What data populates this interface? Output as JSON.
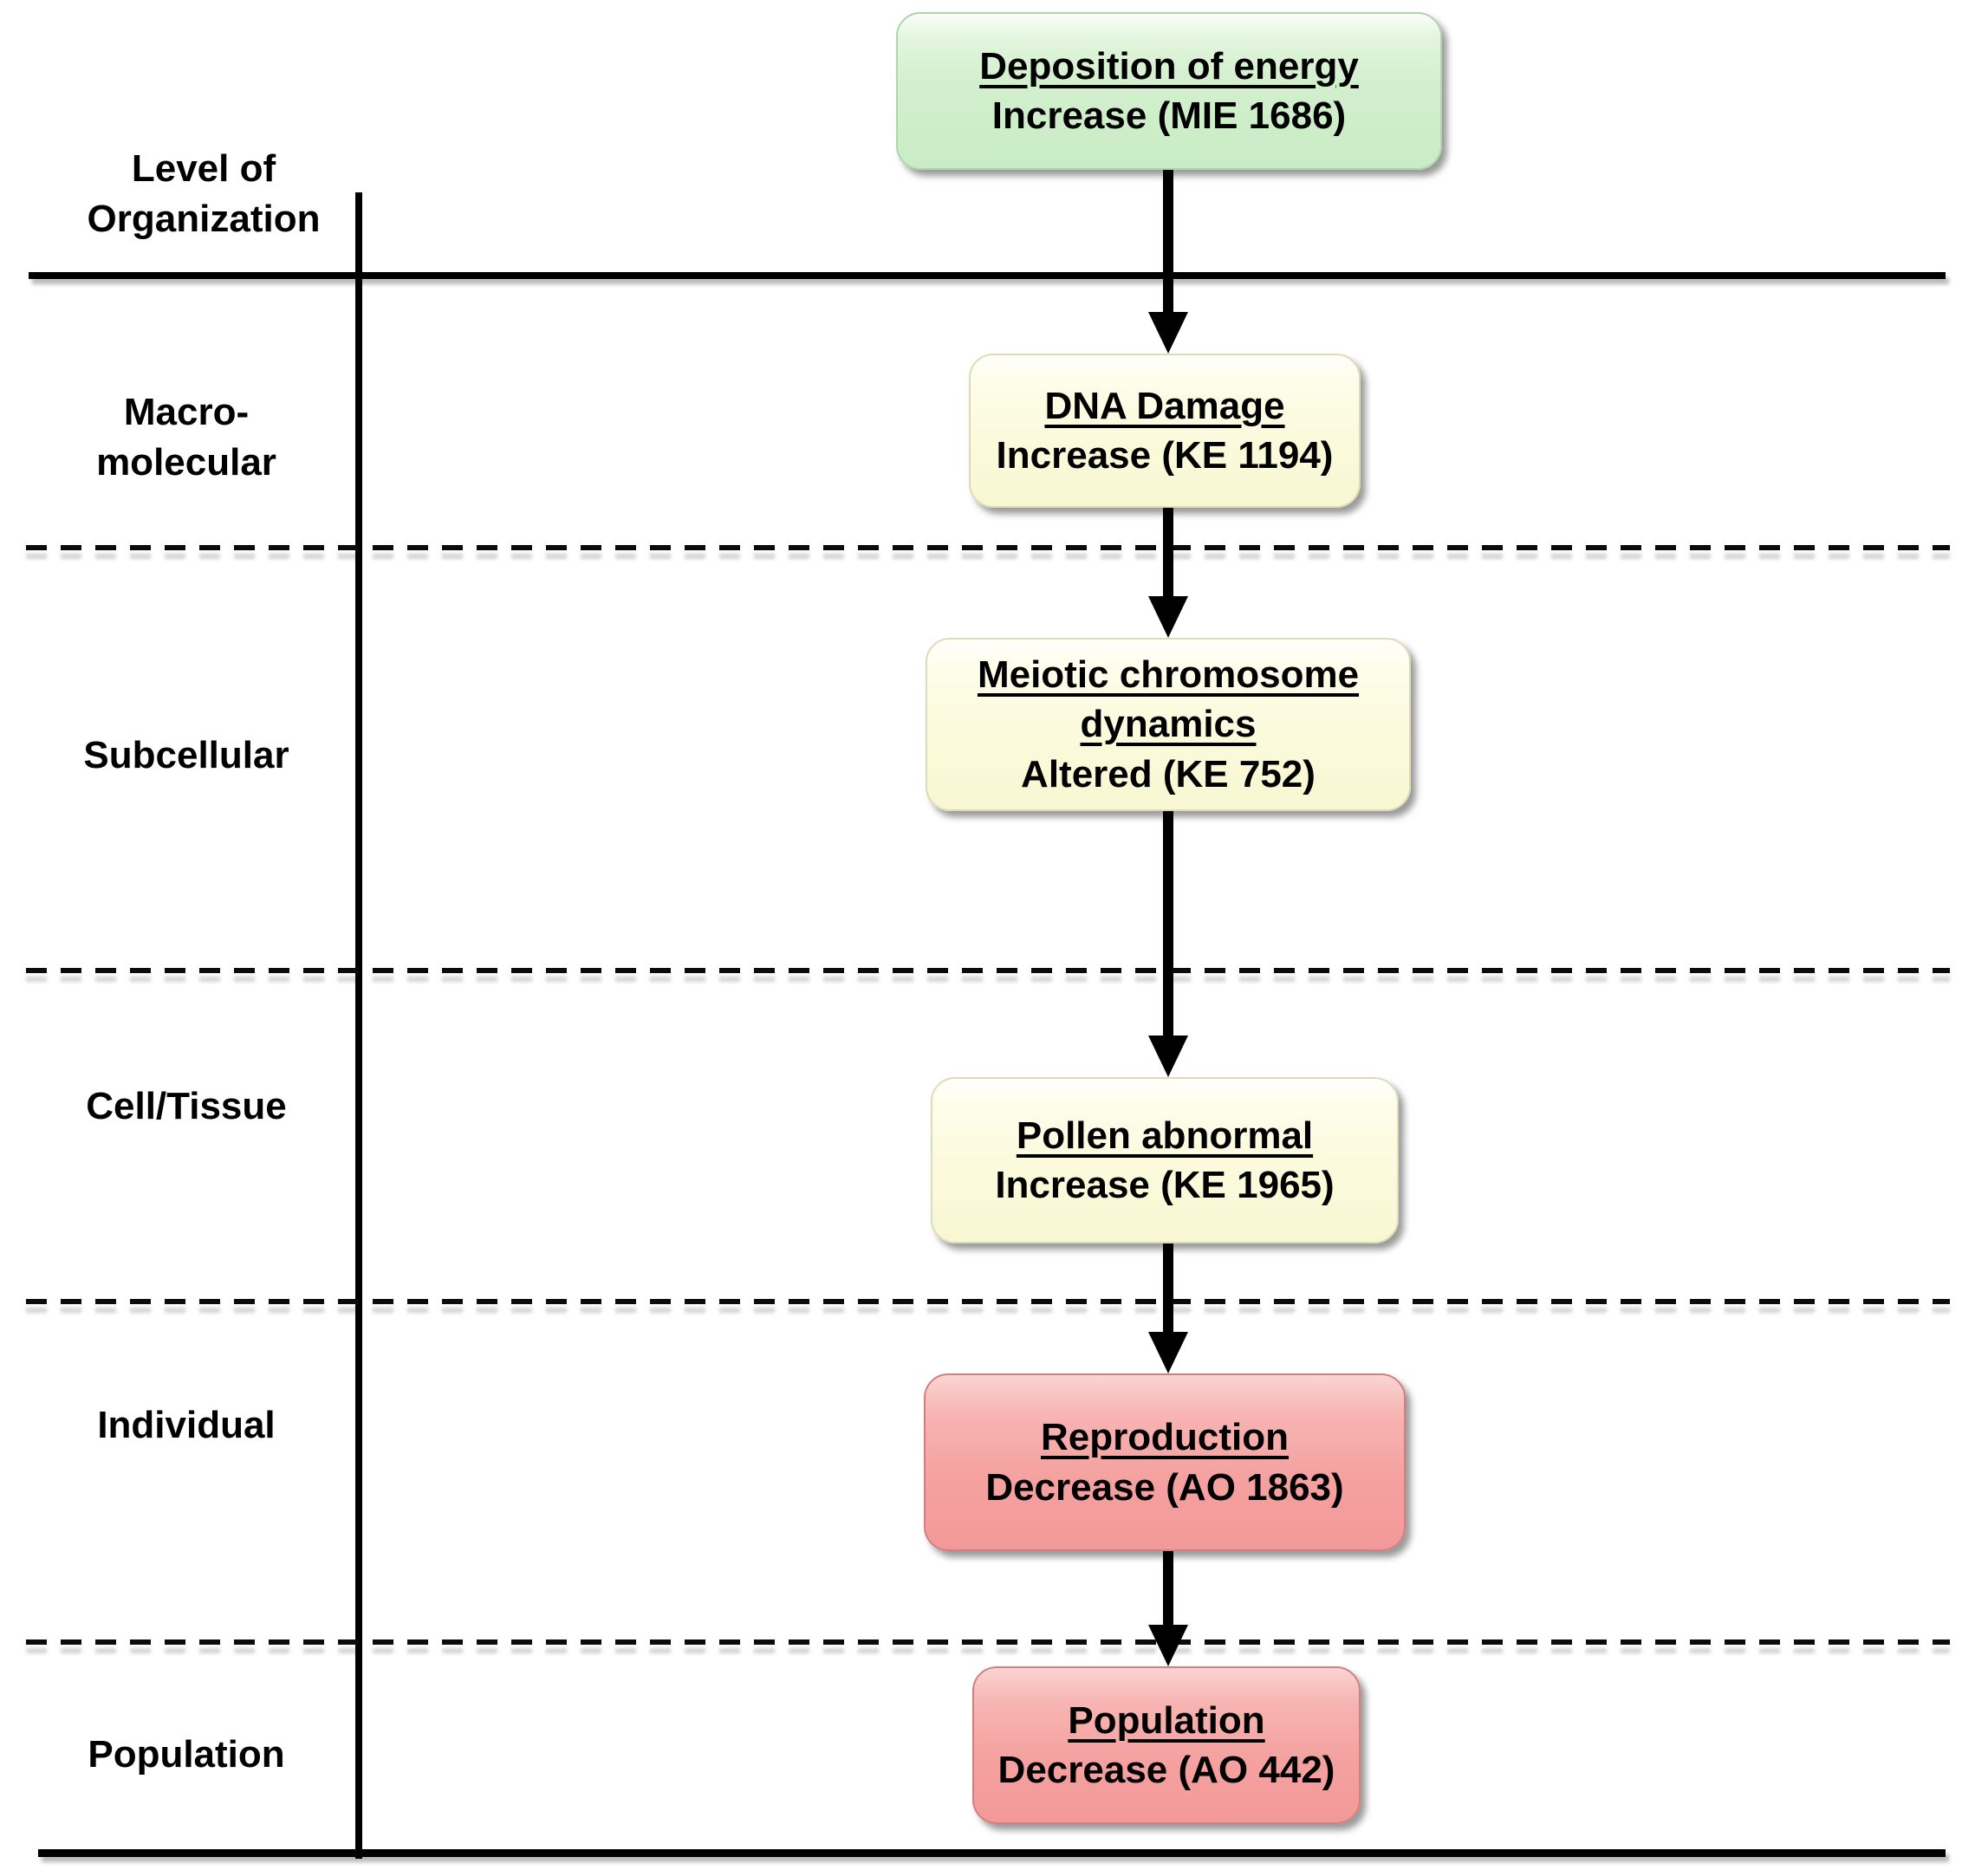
{
  "figure": {
    "axis_title_lines": [
      "Level of",
      "Organization"
    ],
    "levels": [
      {
        "id": "macromolecular",
        "lines": [
          "Macro-",
          "molecular"
        ]
      },
      {
        "id": "subcellular",
        "lines": [
          "Subcellular"
        ]
      },
      {
        "id": "cell-tissue",
        "lines": [
          "Cell/Tissue"
        ]
      },
      {
        "id": "individual",
        "lines": [
          "Individual"
        ]
      },
      {
        "id": "population",
        "lines": [
          "Population"
        ]
      }
    ],
    "nodes": [
      {
        "kind": "molecular-initiating-event",
        "title_lines": [
          "Deposition of energy"
        ],
        "subtitle": "Increase (MIE 1686)",
        "fill": "#d2efcd"
      },
      {
        "kind": "key-event",
        "title_lines": [
          "DNA Damage"
        ],
        "subtitle": "Increase (KE 1194)",
        "fill": "#fbfadc"
      },
      {
        "kind": "key-event",
        "title_lines": [
          "Meiotic chromosome",
          "dynamics"
        ],
        "subtitle": "Altered (KE 752)",
        "fill": "#fbfadc"
      },
      {
        "kind": "key-event",
        "title_lines": [
          "Pollen abnormal"
        ],
        "subtitle": "Increase (KE 1965)",
        "fill": "#fbfadc"
      },
      {
        "kind": "adverse-outcome",
        "title_lines": [
          "Reproduction"
        ],
        "subtitle": "Decrease (AO 1863)",
        "fill": "#f29a99"
      },
      {
        "kind": "adverse-outcome",
        "title_lines": [
          "Population"
        ],
        "subtitle": "Decrease (AO 442)",
        "fill": "#f29a99"
      }
    ],
    "colors": {
      "mie_green": "#d2efcd",
      "ke_yellow": "#fbfadc",
      "ao_pink": "#f29a99",
      "line_black": "#000000",
      "background": "#ffffff"
    }
  }
}
